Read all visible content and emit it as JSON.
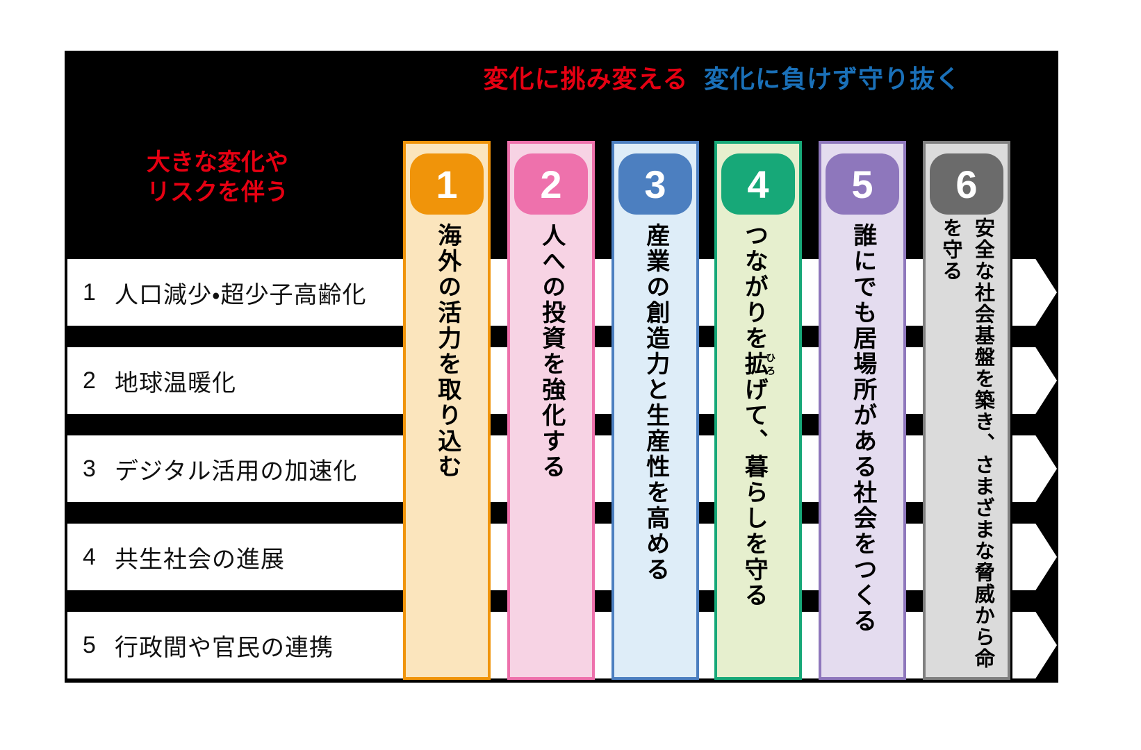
{
  "headers": {
    "challenge": {
      "text": "変化に挑み変える",
      "color": "#E60012"
    },
    "protect": {
      "text": "変化に負けず守り抜く",
      "color": "#1A70B8"
    }
  },
  "risk_note": {
    "line1": "大きな変化や",
    "line2": "リスクを伴う",
    "color": "#E60012"
  },
  "changes": [
    {
      "no": "1",
      "label": "人口減少・超少子高齢化"
    },
    {
      "no": "2",
      "label": "地球温暖化"
    },
    {
      "no": "3",
      "label": "デジタル活用の加速化"
    },
    {
      "no": "4",
      "label": "共生社会の進展"
    },
    {
      "no": "5",
      "label": "行政間や官民の連携"
    }
  ],
  "strategies": [
    {
      "no": "1",
      "text": "海外の活力を取り込む",
      "badge_color": "#F0940A",
      "fill_color": "#FBE5BD",
      "border_color": "#F0940A"
    },
    {
      "no": "2",
      "text": "人への投資を強化する",
      "badge_color": "#EE71AC",
      "fill_color": "#F7D3E4",
      "border_color": "#EE71AC"
    },
    {
      "no": "3",
      "text": "産業の創造力と生産性を高める",
      "badge_color": "#4C7FC0",
      "fill_color": "#DEEDF8",
      "border_color": "#4C7FC0"
    },
    {
      "no": "4",
      "text_before": "つながりを",
      "ruby_base": "拡",
      "ruby_text": "ひろ",
      "text_after": "げて、暮らしを守る",
      "badge_color": "#17A878",
      "fill_color": "#E6EFCE",
      "border_color": "#17A878"
    },
    {
      "no": "5",
      "text": "誰にでも居場所がある社会をつくる",
      "badge_color": "#8E77BC",
      "fill_color": "#E4DCEF",
      "border_color": "#8E77BC"
    },
    {
      "no": "6",
      "line1": "安全な社会基盤を築き、",
      "line2": "さまざまな脅威から命を守る",
      "badge_color": "#6B6B6B",
      "fill_color": "#DBDBDB",
      "border_color": "#808080"
    }
  ]
}
